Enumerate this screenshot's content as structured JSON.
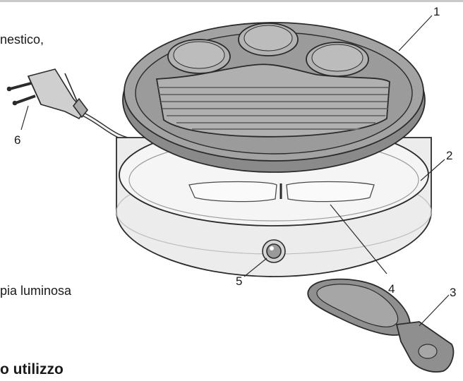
{
  "text_fragments": {
    "top_left": "nestico,",
    "bottom_left": "pia luminosa",
    "heading": "o utilizzo"
  },
  "callouts": [
    "1",
    "2",
    "3",
    "4",
    "5",
    "6"
  ],
  "colors": {
    "line": "#2b2b2b",
    "plate_fill": "#9a9a9a",
    "plate_dark": "#7d7d7d",
    "body_fill": "#ececec",
    "pan_fill": "#8e8e8e"
  }
}
